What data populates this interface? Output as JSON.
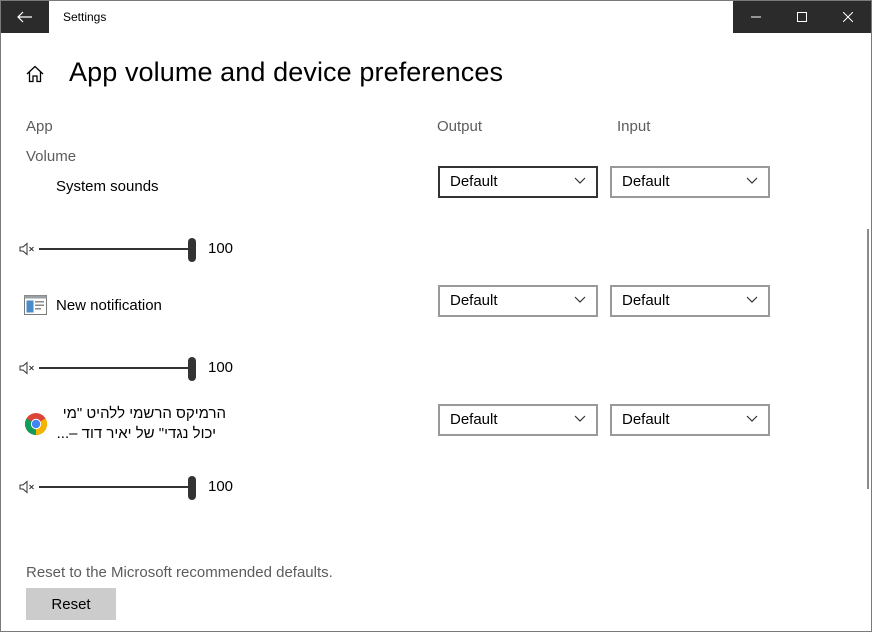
{
  "window": {
    "title": "Settings",
    "back_icon": "back-arrow-icon",
    "controls": [
      "minimize-icon",
      "maximize-icon",
      "close-icon"
    ]
  },
  "header": {
    "home_icon": "home-icon",
    "title": "App volume and device preferences"
  },
  "columns": {
    "app": "App",
    "output": "Output",
    "input": "Input",
    "volume": "Volume"
  },
  "apps": [
    {
      "name": "System sounds",
      "icon": "none",
      "output": "Default",
      "input": "Default",
      "volume_icon": "speaker-mute-icon",
      "volume": "100",
      "volume_level": 100
    },
    {
      "name": "New notification",
      "icon": "notification-app-icon",
      "output": "Default",
      "input": "Default",
      "volume_icon": "speaker-mute-icon",
      "volume": "100",
      "volume_level": 100
    },
    {
      "name_line1": "הרמיקס הרשמי ללהיט \"מי",
      "name_line2": "יכול נגדי\" של יאיר דוד –...",
      "icon": "chrome-icon",
      "output": "Default",
      "input": "Default",
      "volume_icon": "speaker-mute-icon",
      "volume": "100",
      "volume_level": 100
    }
  ],
  "footer": {
    "description": "Reset to the Microsoft recommended defaults.",
    "reset_label": "Reset"
  },
  "colors": {
    "titlebar_dark": "#2b2b2b",
    "secondary_text": "#5c5c5c",
    "slider": "#333333",
    "button_bg": "#cccccc"
  }
}
